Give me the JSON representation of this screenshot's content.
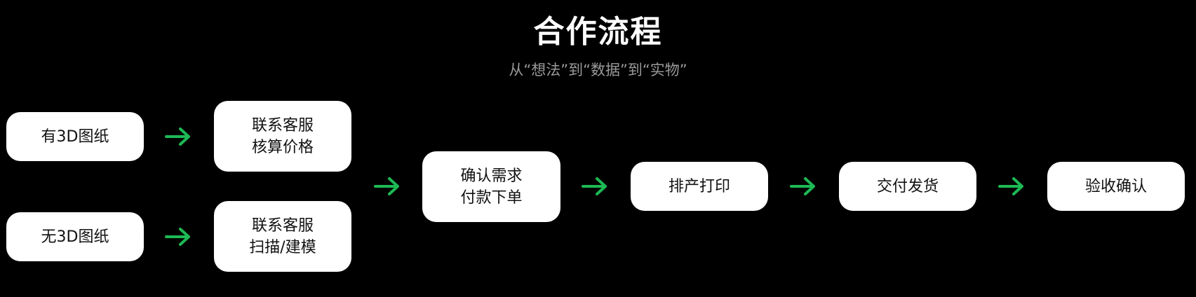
{
  "header": {
    "title": "合作流程",
    "subtitle": "从“想法”到“数据”到“实物”"
  },
  "accent_color": "#1db954",
  "steps": {
    "has_drawing": {
      "label": "有3D图纸"
    },
    "no_drawing": {
      "label": "无3D图纸"
    },
    "quote": {
      "line1": "联系客服",
      "line2": "核算价格"
    },
    "scan": {
      "line1": "联系客服",
      "line2": "扫描/建模"
    },
    "confirm": {
      "line1": "确认需求",
      "line2": "付款下单"
    },
    "print": {
      "label": "排产打印"
    },
    "deliver": {
      "label": "交付发货"
    },
    "accept": {
      "label": "验收确认"
    }
  },
  "arrows": [
    "arrow-right-icon"
  ]
}
